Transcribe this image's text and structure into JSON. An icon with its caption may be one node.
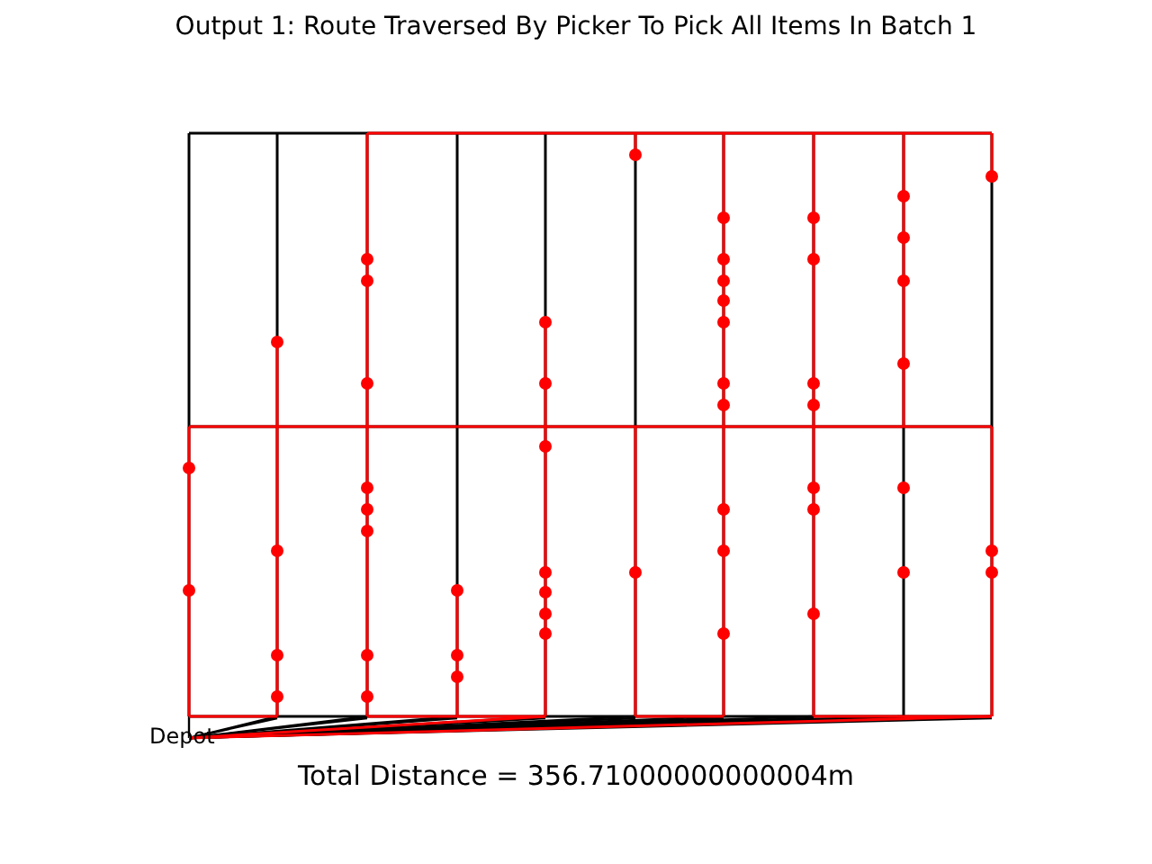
{
  "diagram": {
    "title": "Output 1: Route Traversed By Picker To Pick All Items In Batch 1",
    "labels": [
      "Depot",
      "Total Distance = 356.71000000000004m"
    ]
  }
}
